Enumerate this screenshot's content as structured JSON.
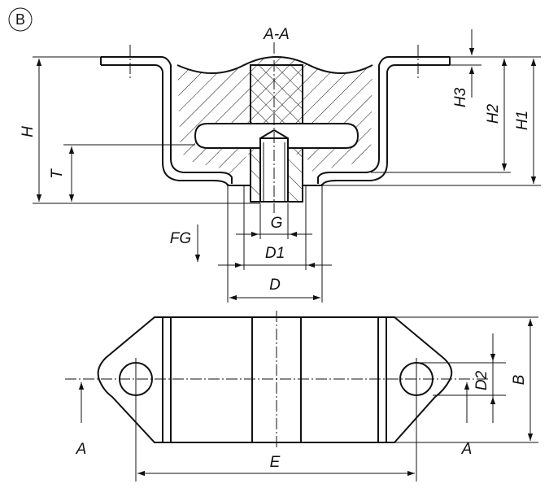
{
  "view_badge": "B",
  "section_title": "A-A",
  "dimensions": {
    "H": "H",
    "T": "T",
    "H1": "H1",
    "H2": "H2",
    "H3": "H3",
    "G": "G",
    "D1": "D1",
    "D": "D",
    "FG": "FG",
    "D2": "D2",
    "B": "B",
    "E": "E"
  },
  "section_markers": {
    "left": "A",
    "right": "A"
  }
}
